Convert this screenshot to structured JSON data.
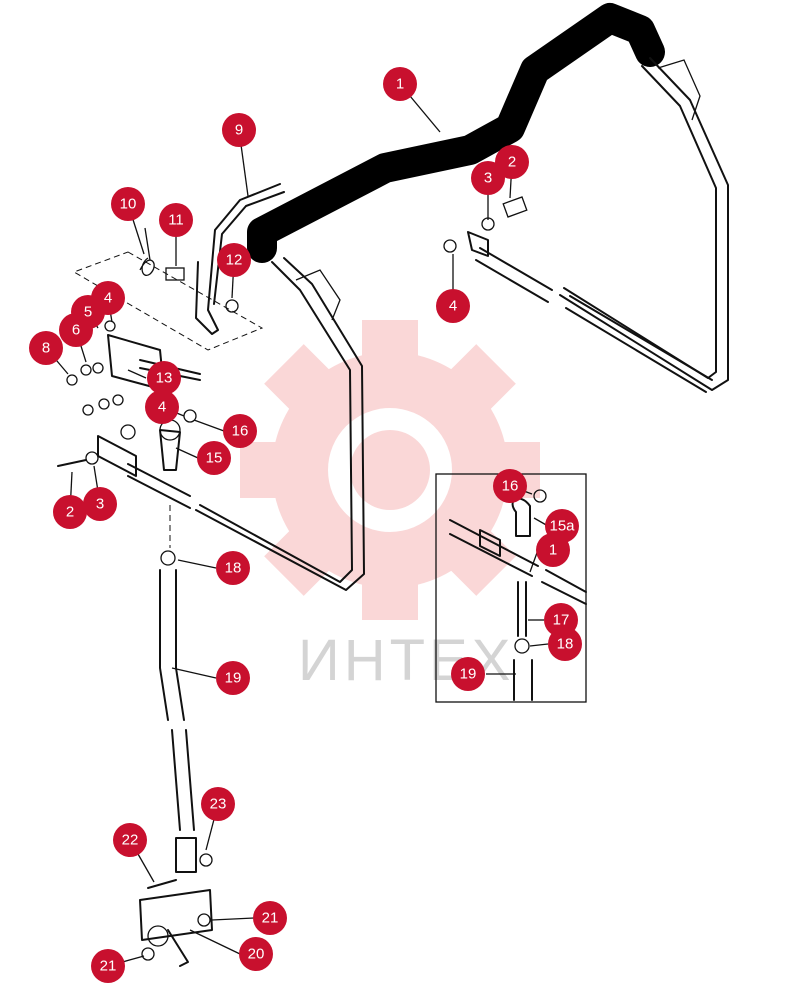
{
  "watermark": {
    "text": "ИНТЕХ",
    "gear_color": "#f6b8b8"
  },
  "callout_color": "#c8102e",
  "callouts": [
    {
      "id": "c1a",
      "label": "1"
    },
    {
      "id": "c2a",
      "label": "2"
    },
    {
      "id": "c3a",
      "label": "3"
    },
    {
      "id": "c4a",
      "label": "4"
    },
    {
      "id": "c9",
      "label": "9"
    },
    {
      "id": "c10",
      "label": "10"
    },
    {
      "id": "c11",
      "label": "11"
    },
    {
      "id": "c12",
      "label": "12"
    },
    {
      "id": "c4b",
      "label": "4"
    },
    {
      "id": "c5",
      "label": "5"
    },
    {
      "id": "c6",
      "label": "6"
    },
    {
      "id": "c8",
      "label": "8"
    },
    {
      "id": "c13",
      "label": "13"
    },
    {
      "id": "c4c",
      "label": "4"
    },
    {
      "id": "c16a",
      "label": "16"
    },
    {
      "id": "c15",
      "label": "15"
    },
    {
      "id": "c2b",
      "label": "2"
    },
    {
      "id": "c3b",
      "label": "3"
    },
    {
      "id": "c18a",
      "label": "18"
    },
    {
      "id": "c19a",
      "label": "19"
    },
    {
      "id": "c16b",
      "label": "16"
    },
    {
      "id": "c15a",
      "label": "15a"
    },
    {
      "id": "c1b",
      "label": "1"
    },
    {
      "id": "c17",
      "label": "17"
    },
    {
      "id": "c18b",
      "label": "18"
    },
    {
      "id": "c19b",
      "label": "19"
    },
    {
      "id": "c23",
      "label": "23"
    },
    {
      "id": "c22",
      "label": "22"
    },
    {
      "id": "c21a",
      "label": "21"
    },
    {
      "id": "c20",
      "label": "20"
    },
    {
      "id": "c21b",
      "label": "21"
    }
  ]
}
